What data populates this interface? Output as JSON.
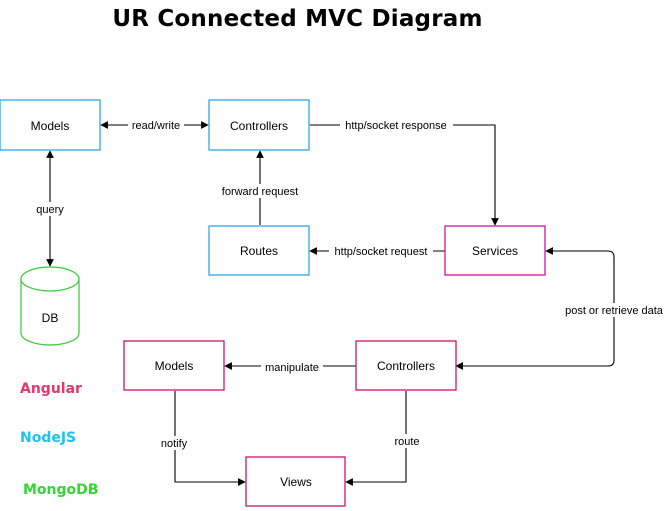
{
  "title": "UR Connected MVC Diagram",
  "colors": {
    "node": "#1ba1e2",
    "angular": "#cc0066",
    "db": "#33cc33"
  },
  "nodes": {
    "models_server": "Models",
    "controllers_server": "Controllers",
    "routes": "Routes",
    "services": "Services",
    "db": "DB",
    "models_client": "Models",
    "controllers_client": "Controllers",
    "views": "Views"
  },
  "edges": {
    "read_write": "read/write",
    "http_socket_response": "http/socket response",
    "query": "query",
    "forward_request": "forward request",
    "http_socket_request": "http/socket request",
    "post_or_retrieve_data": "post or retrieve data",
    "manipulate": "manipulate",
    "notify": "notify",
    "route": "route"
  },
  "legend": [
    {
      "label": "Angular",
      "color": "#e6356f"
    },
    {
      "label": "NodeJS",
      "color": "#1ec3f0"
    },
    {
      "label": "MongoDB",
      "color": "#33d633"
    }
  ]
}
